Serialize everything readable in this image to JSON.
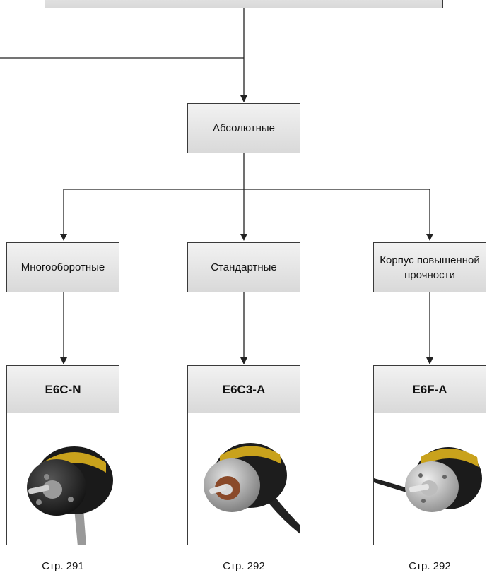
{
  "diagram": {
    "absolute": "Абсолютные",
    "categories": [
      {
        "label": "Многооборотные",
        "model": "E6C-N",
        "page": "Стр. 291"
      },
      {
        "label": "Стандартные",
        "model": "E6C3-A",
        "page": "Стр. 292"
      },
      {
        "label": "Корпус повышенной прочности",
        "model": "E6F-A",
        "page": "Стр. 292"
      }
    ]
  }
}
